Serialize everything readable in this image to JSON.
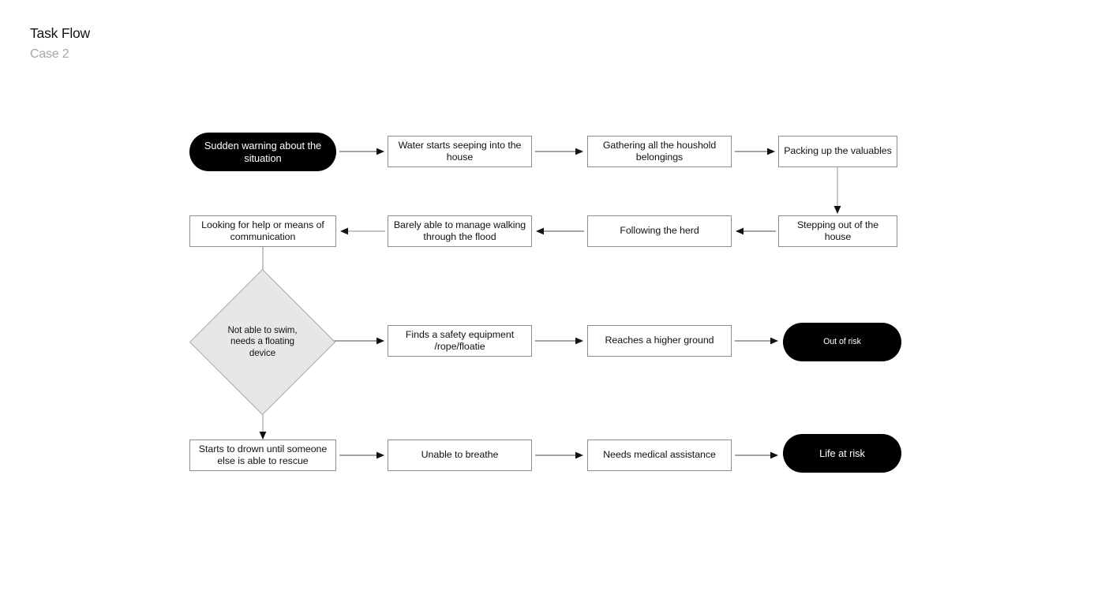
{
  "header": {
    "title": "Task Flow",
    "subtitle": "Case 2"
  },
  "colors": {
    "background": "#ffffff",
    "node_border": "#8c8c8c",
    "node_fill": "#ffffff",
    "terminator_fill": "#000000",
    "terminator_text": "#ffffff",
    "decision_fill": "#e7e7e7",
    "decision_border": "#a8a8a8",
    "connector": "#4a4a4a",
    "title_text": "#111111",
    "subtitle_text": "#a6a6a6"
  },
  "chart_data": {
    "type": "diagram",
    "title": "Task Flow",
    "subtitle": "Case 2",
    "nodes": [
      {
        "id": "n1",
        "label": "Sudden warning about the situation",
        "shape": "terminator",
        "row": 1,
        "col": 1
      },
      {
        "id": "n2",
        "label": "Water starts seeping into the house",
        "shape": "process",
        "row": 1,
        "col": 2
      },
      {
        "id": "n3",
        "label": "Gathering all the houshold belongings",
        "shape": "process",
        "row": 1,
        "col": 3
      },
      {
        "id": "n4",
        "label": "Packing up the valuables",
        "shape": "process",
        "row": 1,
        "col": 4
      },
      {
        "id": "n5",
        "label": "Stepping out of the house",
        "shape": "process",
        "row": 2,
        "col": 4
      },
      {
        "id": "n6",
        "label": "Following the herd",
        "shape": "process",
        "row": 2,
        "col": 3
      },
      {
        "id": "n7",
        "label": "Barely able to manage walking through the flood",
        "shape": "process",
        "row": 2,
        "col": 2
      },
      {
        "id": "n8",
        "label": "Looking for help or means of communication",
        "shape": "process",
        "row": 2,
        "col": 1
      },
      {
        "id": "n9",
        "label": "Not able to swim, needs a floating device",
        "shape": "decision",
        "row": 3,
        "col": 1
      },
      {
        "id": "n10",
        "label": "Finds a safety equipment /rope/floatie",
        "shape": "process",
        "row": 3,
        "col": 2
      },
      {
        "id": "n11",
        "label": "Reaches a higher ground",
        "shape": "process",
        "row": 3,
        "col": 3
      },
      {
        "id": "n12",
        "label": "Out of risk",
        "shape": "terminator",
        "row": 3,
        "col": 4
      },
      {
        "id": "n13",
        "label": "Starts to drown until someone else is able to rescue",
        "shape": "process",
        "row": 4,
        "col": 1
      },
      {
        "id": "n14",
        "label": "Unable to breathe",
        "shape": "process",
        "row": 4,
        "col": 2
      },
      {
        "id": "n15",
        "label": "Needs medical assistance",
        "shape": "process",
        "row": 4,
        "col": 3
      },
      {
        "id": "n16",
        "label": "Life at risk",
        "shape": "terminator",
        "row": 4,
        "col": 4
      }
    ],
    "edges": [
      {
        "from": "n1",
        "to": "n2",
        "direction": "right"
      },
      {
        "from": "n2",
        "to": "n3",
        "direction": "right"
      },
      {
        "from": "n3",
        "to": "n4",
        "direction": "right"
      },
      {
        "from": "n4",
        "to": "n5",
        "direction": "down"
      },
      {
        "from": "n5",
        "to": "n6",
        "direction": "left"
      },
      {
        "from": "n6",
        "to": "n7",
        "direction": "left"
      },
      {
        "from": "n7",
        "to": "n8",
        "direction": "left"
      },
      {
        "from": "n8",
        "to": "n9",
        "direction": "down"
      },
      {
        "from": "n9",
        "to": "n10",
        "direction": "right"
      },
      {
        "from": "n10",
        "to": "n11",
        "direction": "right"
      },
      {
        "from": "n11",
        "to": "n12",
        "direction": "right"
      },
      {
        "from": "n9",
        "to": "n13",
        "direction": "down"
      },
      {
        "from": "n13",
        "to": "n14",
        "direction": "right"
      },
      {
        "from": "n14",
        "to": "n15",
        "direction": "right"
      },
      {
        "from": "n15",
        "to": "n16",
        "direction": "right"
      }
    ]
  },
  "nodes": {
    "n1": {
      "label": "Sudden warning about the situation"
    },
    "n2": {
      "label": "Water starts seeping into the house"
    },
    "n3": {
      "label": "Gathering all the houshold belongings"
    },
    "n4": {
      "label": "Packing up the valuables"
    },
    "n5": {
      "label": "Stepping out of the house"
    },
    "n6": {
      "label": "Following the herd"
    },
    "n7": {
      "label": "Barely able to manage walking through the flood"
    },
    "n8": {
      "label": "Looking for help or means of communication"
    },
    "n9": {
      "label": "Not able to swim, needs a floating device"
    },
    "n10": {
      "label": "Finds a safety equipment /rope/floatie"
    },
    "n11": {
      "label": "Reaches a higher ground"
    },
    "n12": {
      "label": "Out of risk"
    },
    "n13": {
      "label": "Starts to drown until someone else is able to rescue"
    },
    "n14": {
      "label": "Unable to breathe"
    },
    "n15": {
      "label": "Needs medical assistance"
    },
    "n16": {
      "label": "Life at risk"
    }
  }
}
